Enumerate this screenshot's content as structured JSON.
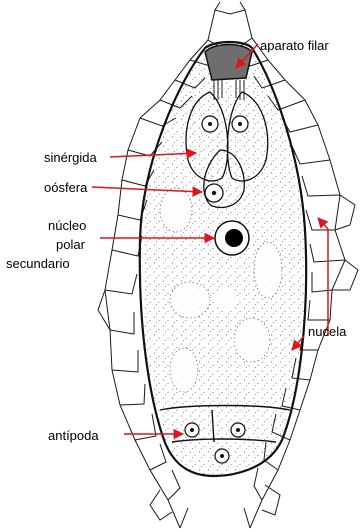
{
  "figure": {
    "colors": {
      "line": "#1a1a1a",
      "arrow": "#e0141c",
      "filiform_cap": "#6e6e6e",
      "background": "#ffffff"
    },
    "labels": {
      "aparato_filar": "aparato filar",
      "sinergida": "sinérgida",
      "oosfera": "oósfera",
      "nucleo_1": "núcleo",
      "nucleo_2": "polar",
      "nucleo_3": "secundario",
      "nucela": "nucela",
      "antipoda": "antípoda"
    }
  }
}
